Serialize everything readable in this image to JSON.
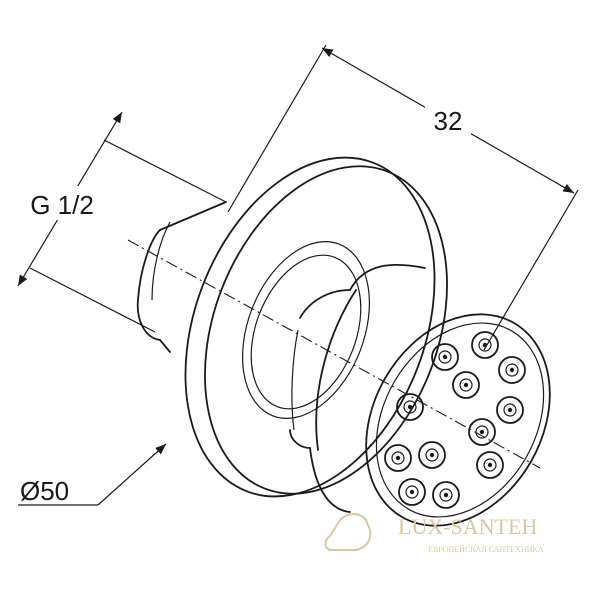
{
  "dimensions": {
    "length": "32",
    "thread": "G 1/2",
    "diameter": "Ø50"
  },
  "watermark": {
    "brand": "LUX-SANTEH",
    "tagline": "ЕВРОПЕЙСКАЯ САНТЕХНИКА",
    "color": "#d8c7a4"
  },
  "line_color": "#1a1a1a"
}
